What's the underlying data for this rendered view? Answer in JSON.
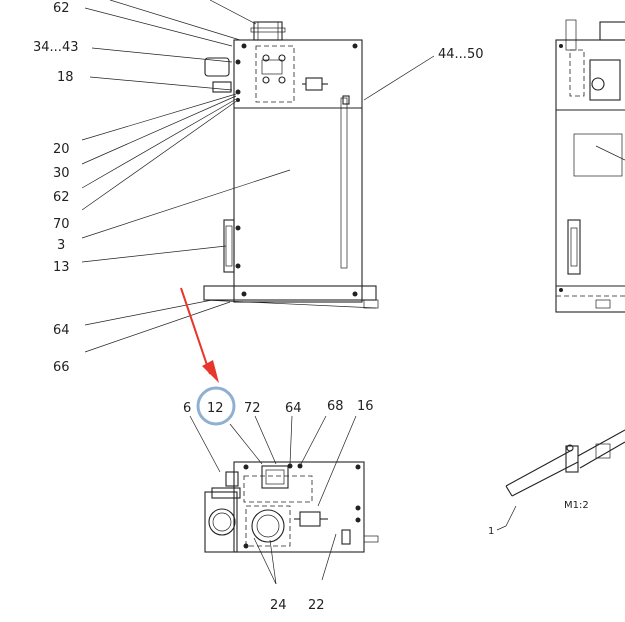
{
  "drawing": {
    "side_view_labels": [
      "62",
      "34...43",
      "18",
      "20",
      "30",
      "62",
      "70",
      "3",
      "13",
      "64",
      "66",
      "44...50"
    ],
    "top_view_labels": [
      "6",
      "12",
      "72",
      "64",
      "68",
      "16",
      "24",
      "22"
    ],
    "detail_labels": [
      "M1:2",
      "1"
    ]
  },
  "highlight": {
    "circled_label": "12",
    "arrow_color": "#e8362a",
    "circle_color": "#8fb0d0"
  }
}
